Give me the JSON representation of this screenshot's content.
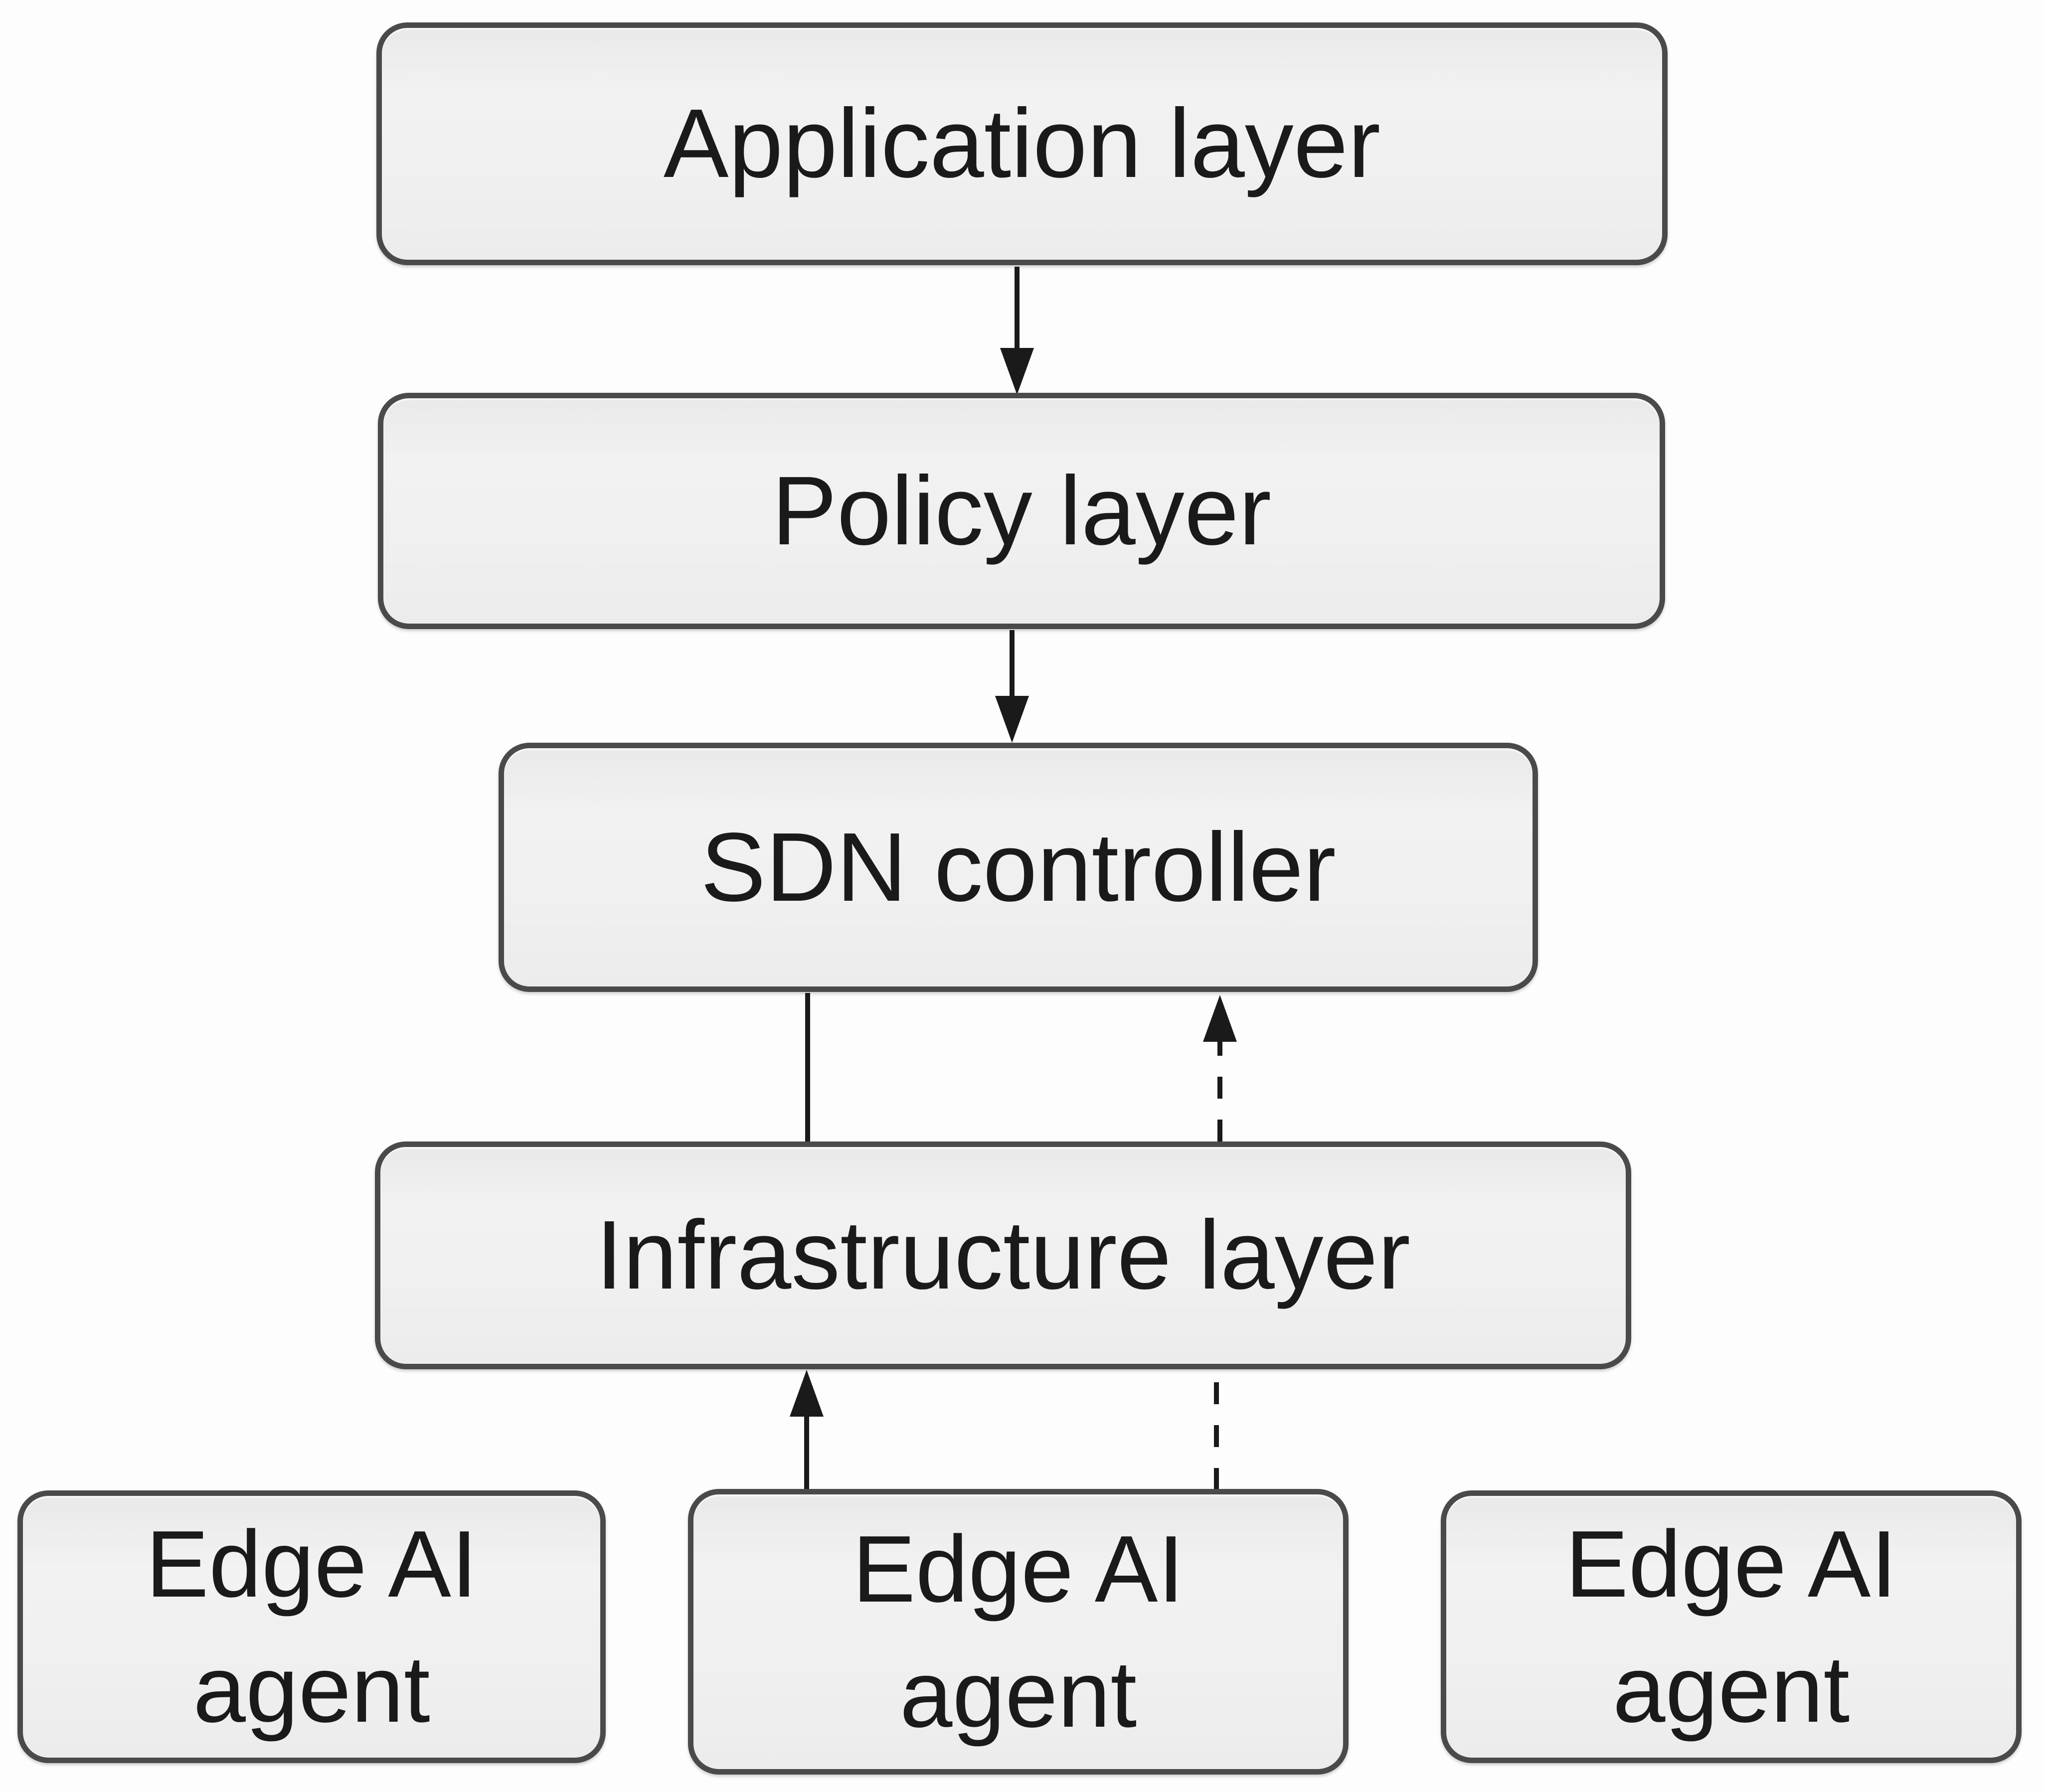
{
  "diagram": {
    "type": "layered-architecture-flowchart",
    "nodes": {
      "application_layer": {
        "label": "Application layer"
      },
      "policy_layer": {
        "label": "Policy layer"
      },
      "sdn_controller": {
        "label": "SDN controller"
      },
      "infrastructure_layer": {
        "label": "Infrastructure layer"
      },
      "edge_agent_left": {
        "line1": "Edge AI",
        "line2": "agent"
      },
      "edge_agent_middle": {
        "line1": "Edge AI",
        "line2": "agent"
      },
      "edge_agent_right": {
        "line1": "Edge AI",
        "line2": "agent"
      }
    },
    "connectors": [
      {
        "from": "application_layer",
        "to": "policy_layer",
        "style": "solid",
        "arrowhead": "into-policy-layer"
      },
      {
        "from": "policy_layer",
        "to": "sdn_controller",
        "style": "solid",
        "arrowhead": "into-sdn-controller"
      },
      {
        "from": "sdn_controller",
        "to": "infrastructure_layer",
        "style": "solid",
        "arrowhead": "none"
      },
      {
        "from": "infrastructure_layer",
        "to": "sdn_controller",
        "style": "dashed",
        "arrowhead": "into-sdn-controller"
      },
      {
        "from": "edge_agent_middle",
        "to": "infrastructure_layer",
        "style": "solid",
        "arrowhead": "into-infrastructure-layer"
      },
      {
        "from": "edge_agent_middle",
        "to": "infrastructure_layer",
        "style": "dashed",
        "arrowhead": "none"
      }
    ],
    "colors": {
      "node_fill": "#efefef",
      "node_border": "#4a4a4a",
      "connector": "#1a1a1a",
      "text": "#1a1a1a",
      "background": "#fdfdfd"
    }
  }
}
